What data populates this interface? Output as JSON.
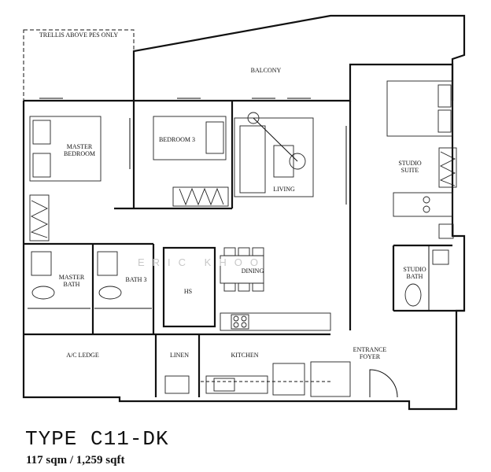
{
  "rooms": {
    "trellis": "TRELLIS ABOVE PES ONLY",
    "balcony": "BALCONY",
    "master_bedroom_1": "MASTER",
    "master_bedroom_2": "BEDROOM",
    "bedroom3": "BEDROOM 3",
    "living": "LIVING",
    "studio_suite_1": "STUDIO",
    "studio_suite_2": "SUITE",
    "master_bath_1": "MASTER",
    "master_bath_2": "BATH",
    "bath3": "BATH 3",
    "hs": "HS",
    "dining": "DINING",
    "studio_bath_1": "STUDIO",
    "studio_bath_2": "BATH",
    "ac_ledge": "A/C LEDGE",
    "linen": "LINEN",
    "kitchen": "KITCHEN",
    "entrance_1": "ENTRANCE",
    "entrance_2": "FOYER"
  },
  "watermark": "ERIC KHOO",
  "footer": {
    "type": "TYPE C11-DK",
    "area": "117 sqm / 1,259 sqft"
  }
}
